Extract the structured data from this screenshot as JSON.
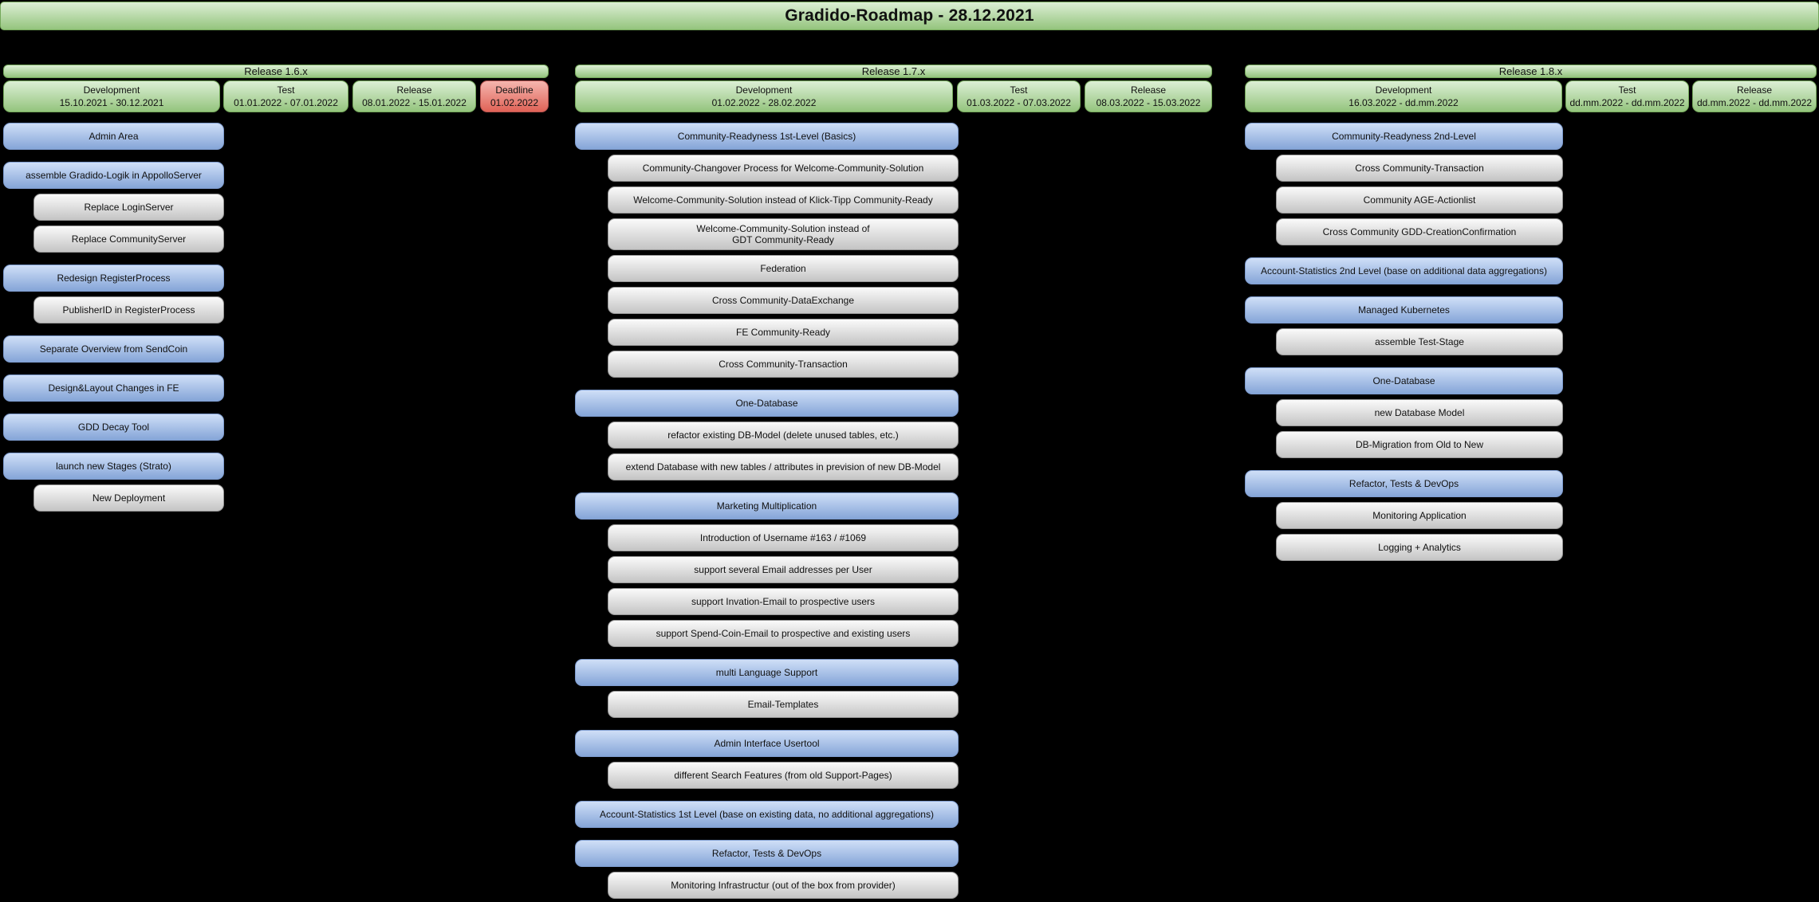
{
  "title": "Gradido-Roadmap - 28.12.2021",
  "colors": {
    "background": "#000000",
    "text": "#111111",
    "green_top": "#dcefd5",
    "green_bottom": "#94c47d",
    "green_border": "#74a85a",
    "blue_top": "#cfdff7",
    "blue_bottom": "#85a5d8",
    "blue_border": "#7e9ccf",
    "gray_top": "#fafafa",
    "gray_bottom": "#c4c4c4",
    "gray_border": "#969696",
    "red_top": "#f5b5ae",
    "red_bottom": "#e06357",
    "red_border": "#b85450"
  },
  "columns": [
    {
      "release": "Release 1.6.x",
      "phases": [
        {
          "label": "Development",
          "dates": "15.10.2021 - 30.12.2021",
          "style": "normal"
        },
        {
          "label": "Test",
          "dates": "01.01.2022 - 07.01.2022",
          "style": "normal"
        },
        {
          "label": "Release",
          "dates": "08.01.2022 - 15.01.2022",
          "style": "normal"
        },
        {
          "label": "Deadline",
          "dates": "01.02.2022",
          "style": "deadline"
        }
      ],
      "tasks": [
        {
          "label": "Admin Area",
          "level": 0
        },
        {
          "label": "assemble Gradido-Logik in AppolloServer",
          "level": 0
        },
        {
          "label": "Replace LoginServer",
          "level": 1
        },
        {
          "label": "Replace CommunityServer",
          "level": 1
        },
        {
          "label": "Redesign RegisterProcess",
          "level": 0
        },
        {
          "label": "PublisherID in RegisterProcess",
          "level": 1
        },
        {
          "label": "Separate Overview from SendCoin",
          "level": 0
        },
        {
          "label": "Design&Layout Changes in FE",
          "level": 0
        },
        {
          "label": "GDD Decay Tool",
          "level": 0
        },
        {
          "label": "launch new Stages (Strato)",
          "level": 0
        },
        {
          "label": "New Deployment",
          "level": 1
        }
      ]
    },
    {
      "release": "Release 1.7.x",
      "phases": [
        {
          "label": "Development",
          "dates": "01.02.2022 - 28.02.2022",
          "style": "normal"
        },
        {
          "label": "Test",
          "dates": "01.03.2022 - 07.03.2022",
          "style": "normal"
        },
        {
          "label": "Release",
          "dates": "08.03.2022 - 15.03.2022",
          "style": "normal"
        }
      ],
      "tasks": [
        {
          "label": "Community-Readyness 1st-Level (Basics)",
          "level": 0
        },
        {
          "label": "Community-Changover Process for Welcome-Community-Solution",
          "level": 1
        },
        {
          "label": "Welcome-Community-Solution instead of Klick-Tipp Community-Ready",
          "level": 1
        },
        {
          "label": "Welcome-Community-Solution instead of\nGDT Community-Ready",
          "level": 1
        },
        {
          "label": "Federation",
          "level": 1
        },
        {
          "label": "Cross Community-DataExchange",
          "level": 1
        },
        {
          "label": "FE Community-Ready",
          "level": 1
        },
        {
          "label": "Cross Community-Transaction",
          "level": 1
        },
        {
          "label": "One-Database",
          "level": 0
        },
        {
          "label": "refactor existing DB-Model (delete unused tables, etc.)",
          "level": 1
        },
        {
          "label": "extend Database with new tables / attributes in prevision of new DB-Model",
          "level": 1
        },
        {
          "label": "Marketing Multiplication",
          "level": 0
        },
        {
          "label": "Introduction of Username #163 / #1069",
          "level": 1
        },
        {
          "label": "support several Email addresses per User",
          "level": 1
        },
        {
          "label": "support Invation-Email to prospective users",
          "level": 1
        },
        {
          "label": "support Spend-Coin-Email to prospective and existing users",
          "level": 1
        },
        {
          "label": "multi Language Support",
          "level": 0
        },
        {
          "label": "Email-Templates",
          "level": 1
        },
        {
          "label": "Admin Interface Usertool",
          "level": 0
        },
        {
          "label": "different Search Features (from old Support-Pages)",
          "level": 1
        },
        {
          "label": "Account-Statistics 1st Level (base on existing data, no additional aggregations)",
          "level": 0
        },
        {
          "label": "Refactor, Tests & DevOps",
          "level": 0
        },
        {
          "label": "Monitoring Infrastructur (out of the box from provider)",
          "level": 1
        }
      ]
    },
    {
      "release": "Release 1.8.x",
      "phases": [
        {
          "label": "Development",
          "dates": "16.03.2022 - dd.mm.2022",
          "style": "normal"
        },
        {
          "label": "Test",
          "dates": "dd.mm.2022 - dd.mm.2022",
          "style": "normal"
        },
        {
          "label": "Release",
          "dates": "dd.mm.2022 - dd.mm.2022",
          "style": "normal"
        }
      ],
      "tasks": [
        {
          "label": "Community-Readyness 2nd-Level",
          "level": 0
        },
        {
          "label": "Cross Community-Transaction",
          "level": 1
        },
        {
          "label": "Community AGE-Actionlist",
          "level": 1
        },
        {
          "label": "Cross Community GDD-CreationConfirmation",
          "level": 1
        },
        {
          "label": "Account-Statistics 2nd Level (base on additional data aggregations)",
          "level": 0
        },
        {
          "label": "Managed Kubernetes",
          "level": 0
        },
        {
          "label": "assemble Test-Stage",
          "level": 1
        },
        {
          "label": "One-Database",
          "level": 0
        },
        {
          "label": "new Database Model",
          "level": 1
        },
        {
          "label": "DB-Migration from Old to New",
          "level": 1
        },
        {
          "label": "Refactor, Tests & DevOps",
          "level": 0
        },
        {
          "label": "Monitoring Application",
          "level": 1
        },
        {
          "label": "Logging + Analytics",
          "level": 1
        }
      ]
    }
  ]
}
